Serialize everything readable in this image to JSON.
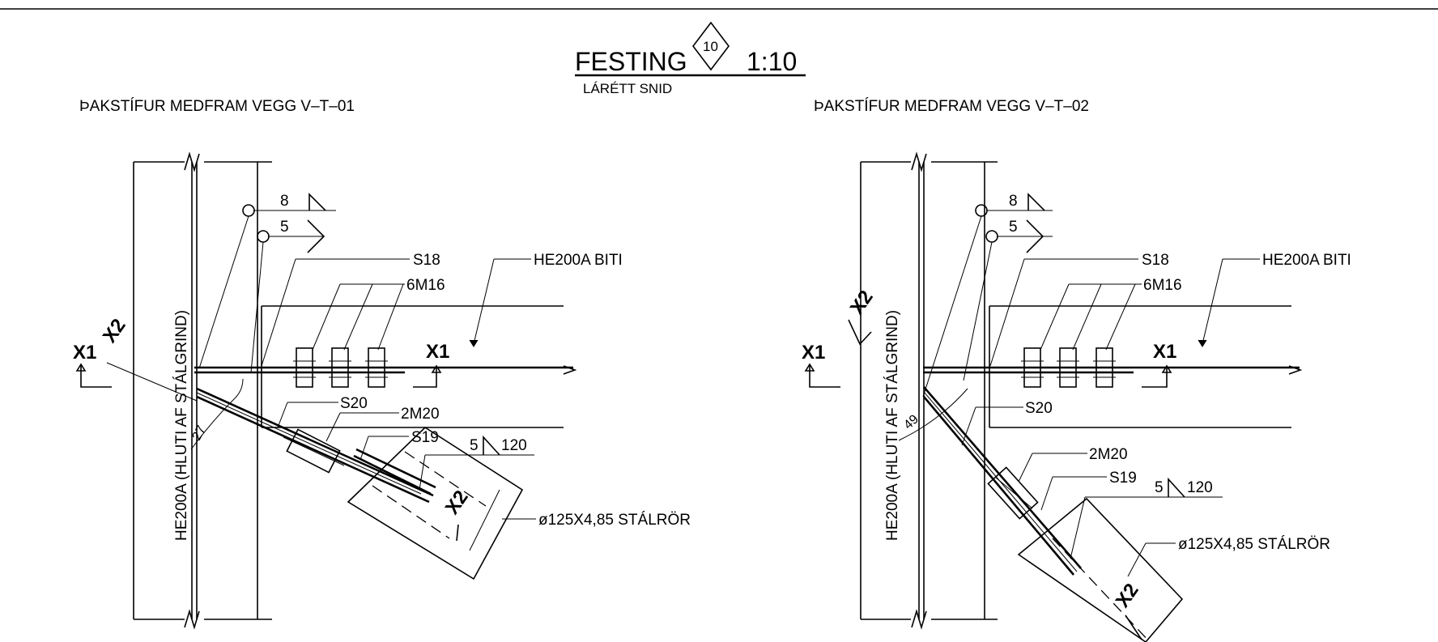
{
  "header": {
    "title": "FESTING",
    "detail_number": "10",
    "scale": "1:10",
    "subtitle": "LÁRÉTT SNID"
  },
  "views": [
    {
      "heading": "ÞAKSTÍFUR MEDFRAM VEGG V–T–01",
      "column_label": "HE200A (HLUTI AF STÁLGRIND)",
      "beam_label": "HE200A BITI",
      "plate_top": "S18",
      "plate_mid": "S20",
      "plate_end": "S19",
      "bolts_main": "6M16",
      "bolts_brace": "2M20",
      "weld_a": "8",
      "weld_b": "5",
      "weld_c": "5",
      "weld_c_len": "120",
      "angle": "27",
      "tube": "ø125X4,85 STÁLRÖR",
      "sec_x1": "X1",
      "sec_x2": "X2"
    },
    {
      "heading": "ÞAKSTÍFUR MEDFRAM VEGG V–T–02",
      "column_label": "HE200A (HLUTI AF STÁLGRIND)",
      "beam_label": "HE200A BITI",
      "plate_top": "S18",
      "plate_mid": "S20",
      "plate_end": "S19",
      "bolts_main": "6M16",
      "bolts_brace": "2M20",
      "weld_a": "8",
      "weld_b": "5",
      "weld_c": "5",
      "weld_c_len": "120",
      "angle": "49",
      "tube": "ø125X4,85 STÁLRÖR",
      "sec_x1": "X1",
      "sec_x2": "X2"
    }
  ]
}
